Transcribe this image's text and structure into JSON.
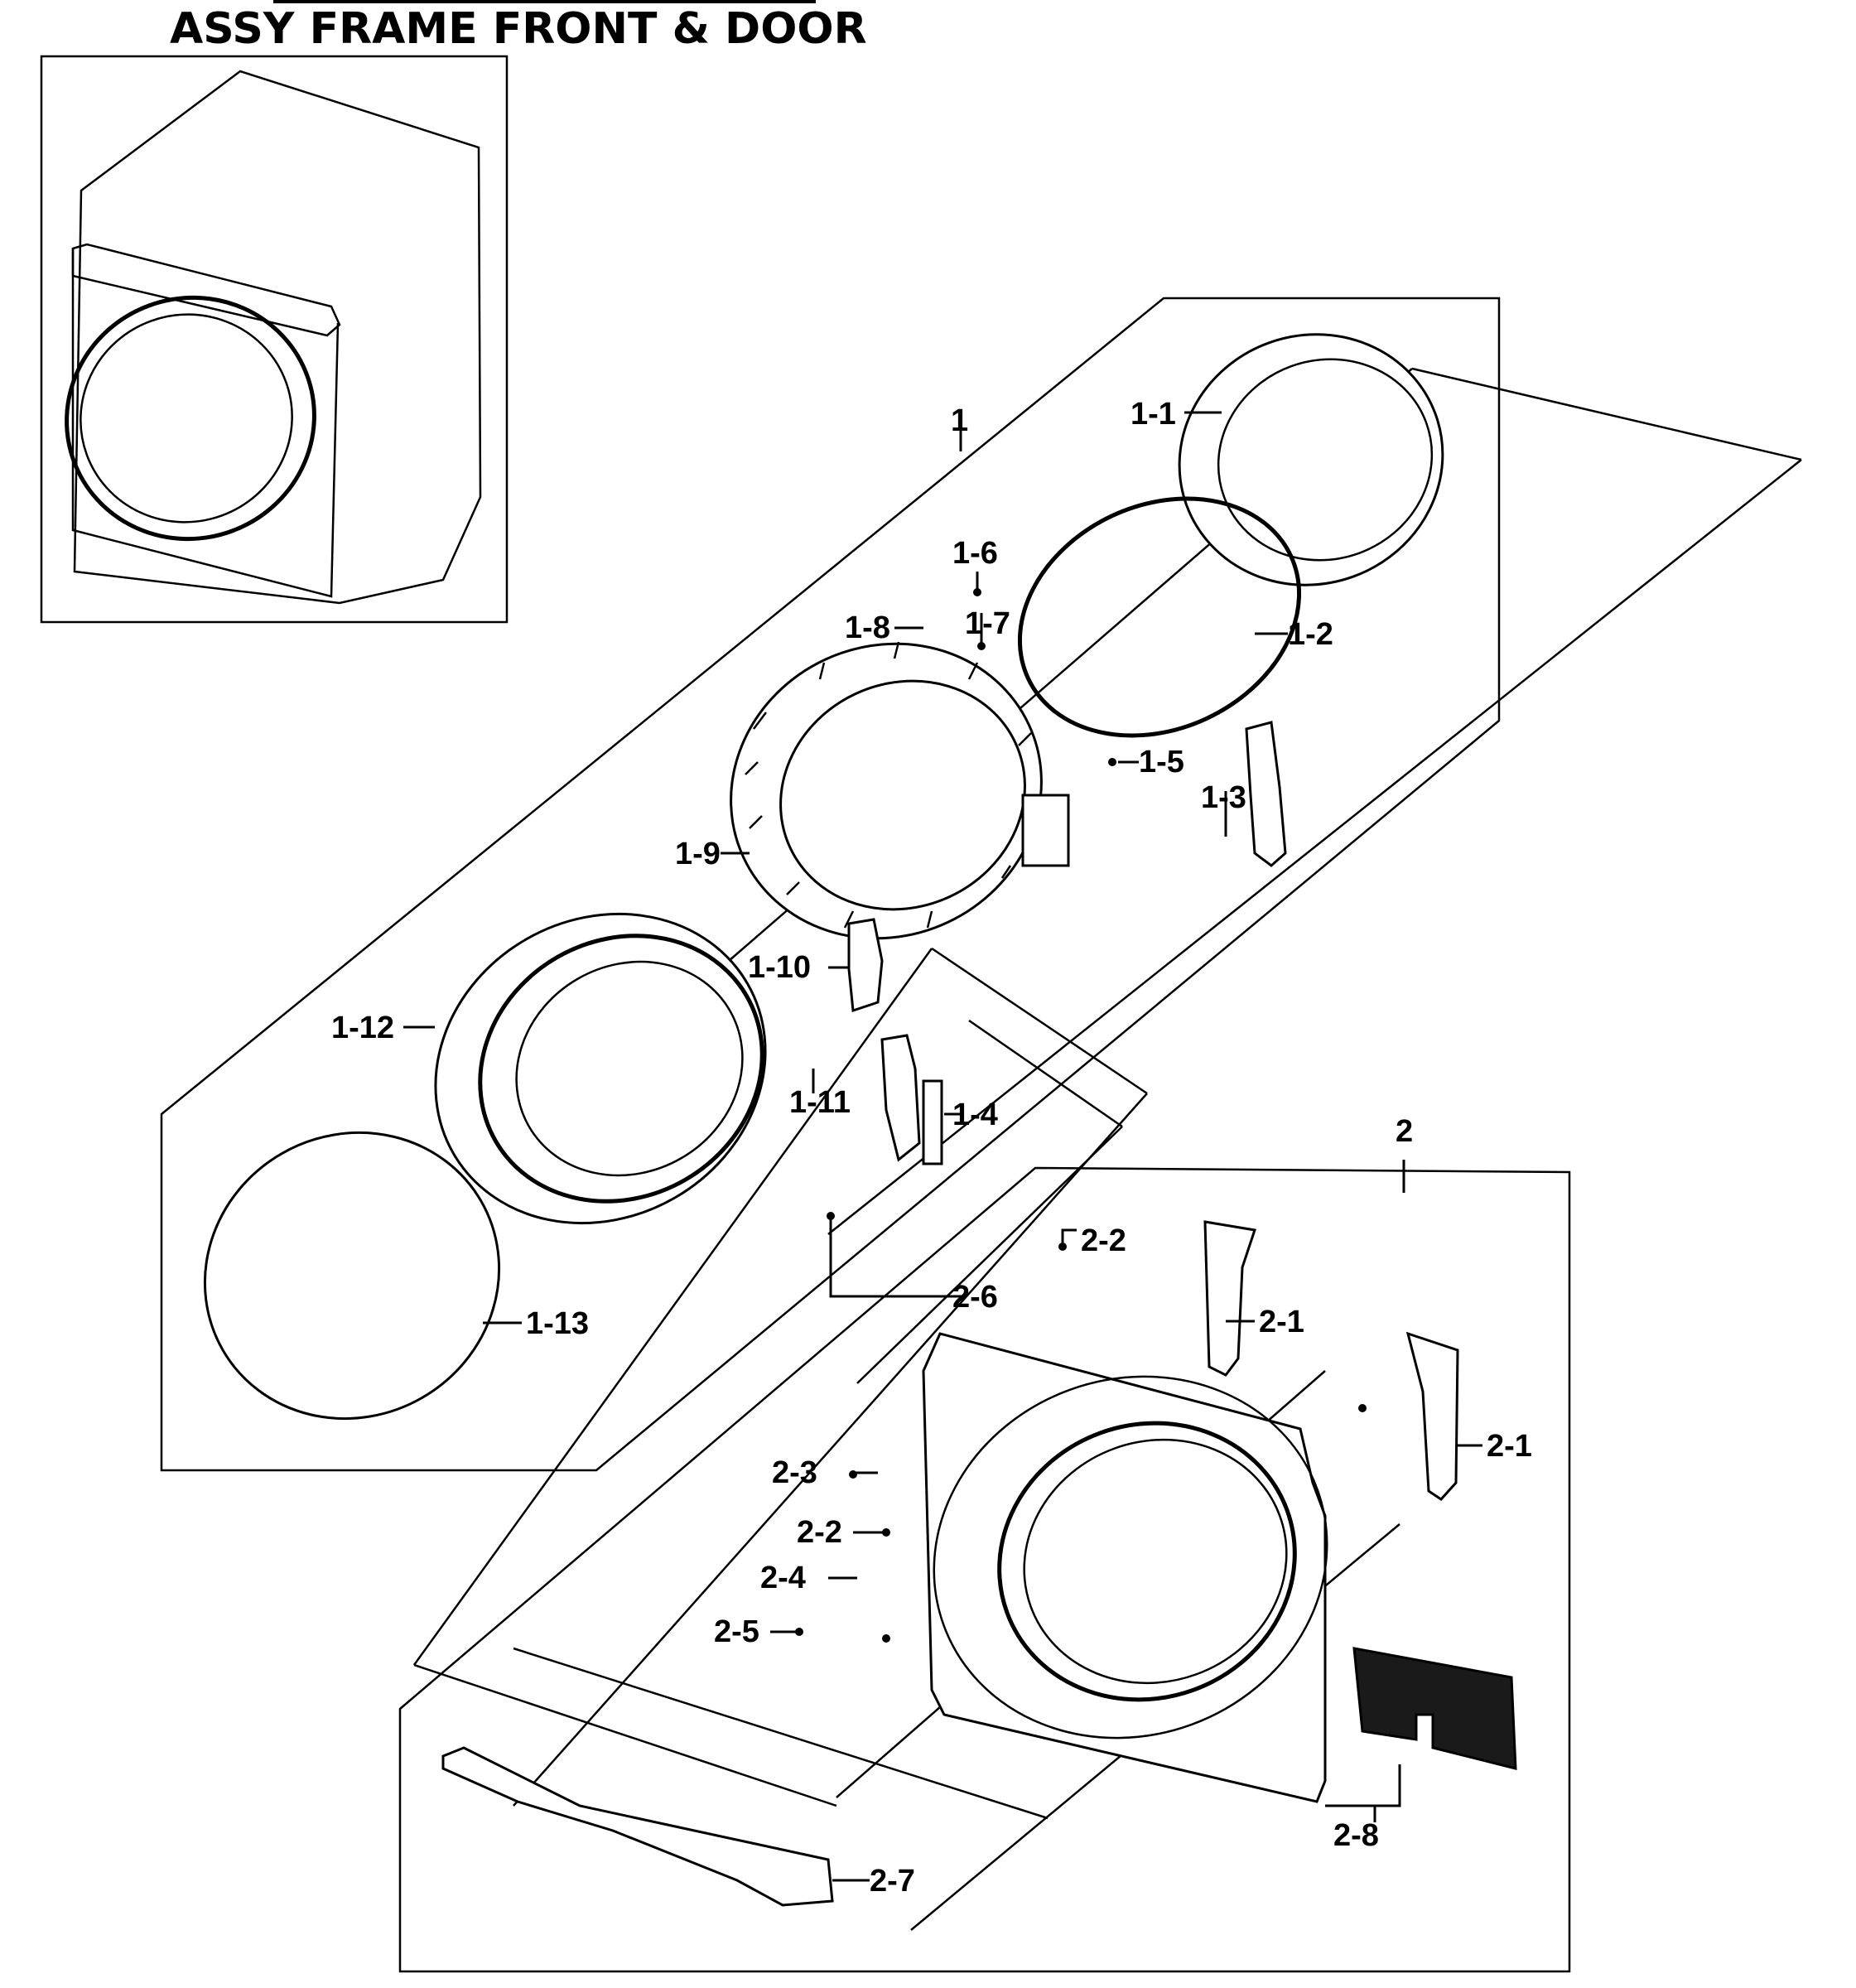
{
  "title": "ASSY FRAME FRONT & DOOR",
  "callouts": {
    "c1": "1",
    "c1_1": "1-1",
    "c1_2": "1-2",
    "c1_3": "1-3",
    "c1_4": "1-4",
    "c1_5": "1-5",
    "c1_6": "1-6",
    "c1_7": "1-7",
    "c1_8": "1-8",
    "c1_9": "1-9",
    "c1_10": "1-10",
    "c1_11": "1-11",
    "c1_12": "1-12",
    "c1_13": "1-13",
    "c2": "2",
    "c2_1a": "2-1",
    "c2_1b": "2-1",
    "c2_2a": "2-2",
    "c2_2b": "2-2",
    "c2_3": "2-3",
    "c2_4": "2-4",
    "c2_5": "2-5",
    "c2_6": "2-6",
    "c2_7": "2-7",
    "c2_8": "2-8"
  }
}
